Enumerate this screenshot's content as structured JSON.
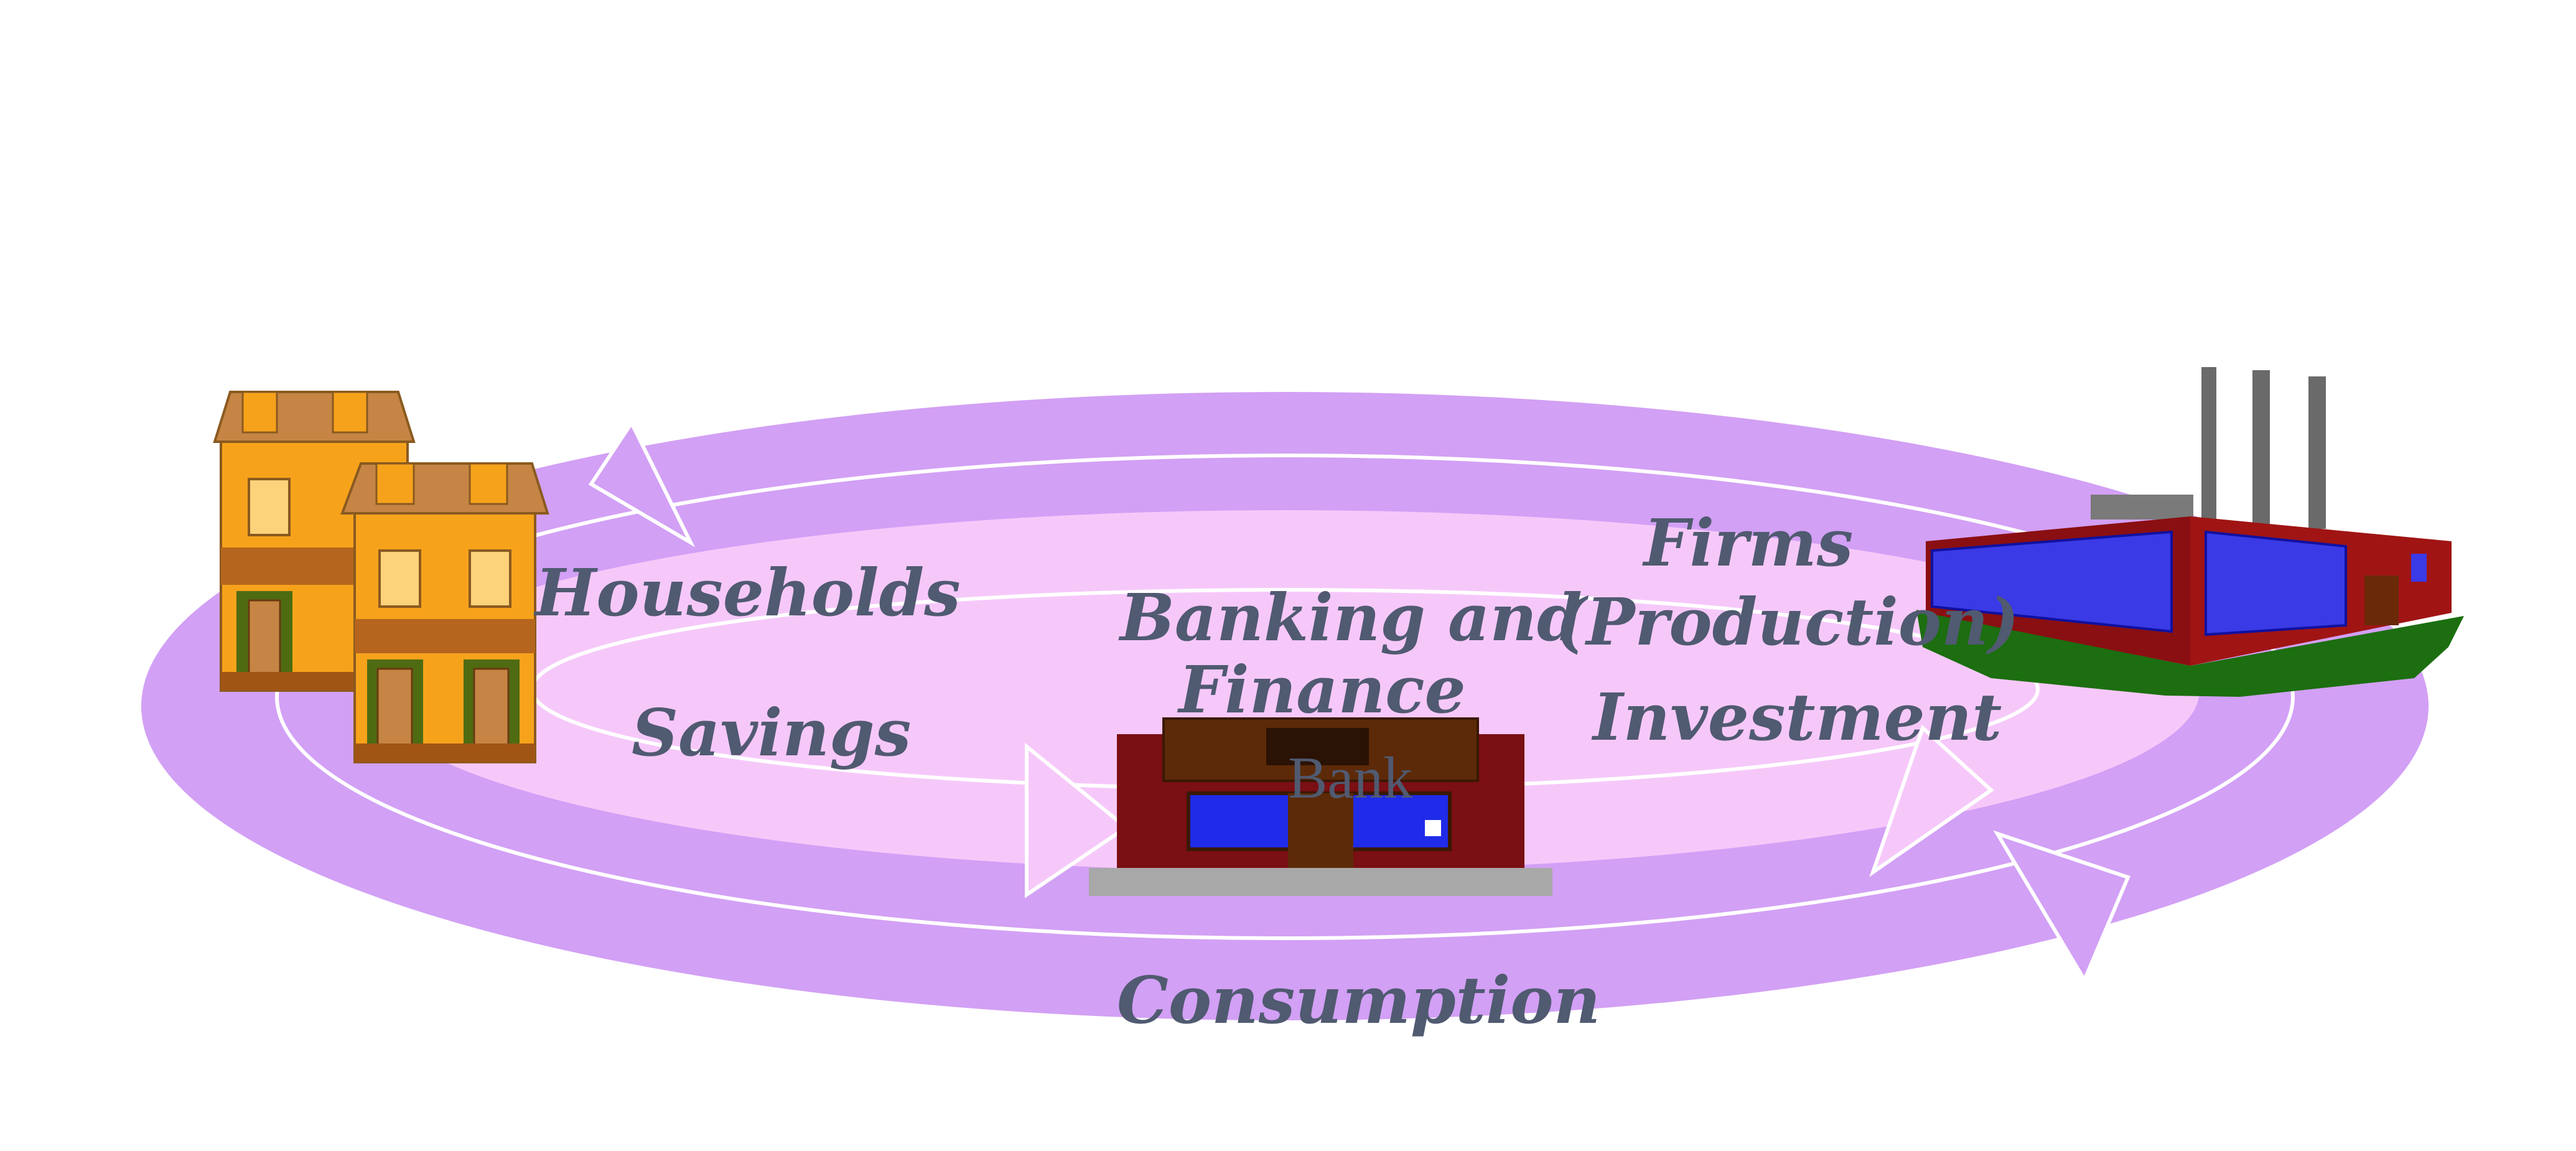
{
  "diagram": {
    "nodes": {
      "households": "Households",
      "banking_line1": "Banking  and",
      "banking_line2": "Finance",
      "firms_line1": "Firms",
      "firms_line2": "(Production)"
    },
    "flows": {
      "savings": "Savings",
      "investment": "Investment",
      "consumption": "Consumption"
    },
    "bank_sign": "Bank"
  },
  "colors": {
    "outer_ring": "#d2a0f5",
    "inner_ring": "#f6c8fa",
    "label_text": "#505a70",
    "house_wall": "#f7a21b",
    "house_roof": "#c68545",
    "bank_brick": "#7a0f14",
    "bank_window": "#1f2be8",
    "factory_wall": "#8a0f12",
    "factory_window": "#3a3ae6",
    "factory_ground": "#1c6e10"
  },
  "icons": [
    "houses-icon",
    "bank-building-icon",
    "factory-icon"
  ]
}
